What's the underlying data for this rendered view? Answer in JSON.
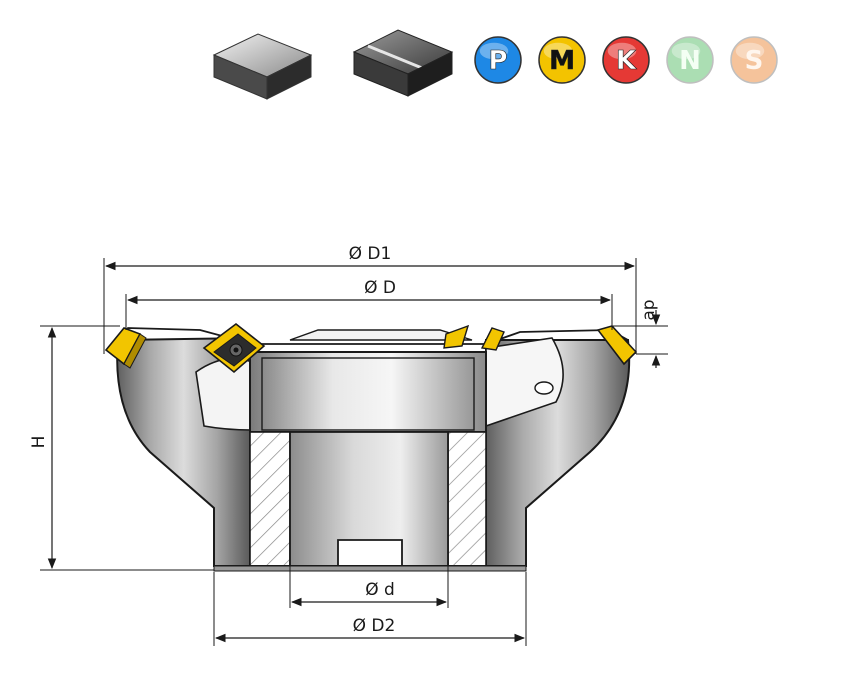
{
  "material_badges": [
    {
      "letter": "P",
      "color": "#1e88e5",
      "text_color": "#ffffff",
      "active": true
    },
    {
      "letter": "M",
      "color": "#f3c300",
      "text_color": "#111111",
      "active": true
    },
    {
      "letter": "K",
      "color": "#e53935",
      "text_color": "#ffffff",
      "active": true
    },
    {
      "letter": "N",
      "color": "#8fd49a",
      "text_color": "#f4fff4",
      "active": false
    },
    {
      "letter": "S",
      "color": "#f2b07a",
      "text_color": "#fff6ee",
      "active": false
    }
  ],
  "workpiece_icons": [
    "plain-block-icon",
    "grooved-block-icon"
  ],
  "dimensions": {
    "D1": "Ø D1",
    "D": "Ø D",
    "H": "H",
    "ap": "ap",
    "d": "Ø d",
    "D2": "Ø D2"
  },
  "colors": {
    "insert": "#f2c500",
    "body": "#8f8f8f",
    "line": "#1a1a1a"
  }
}
